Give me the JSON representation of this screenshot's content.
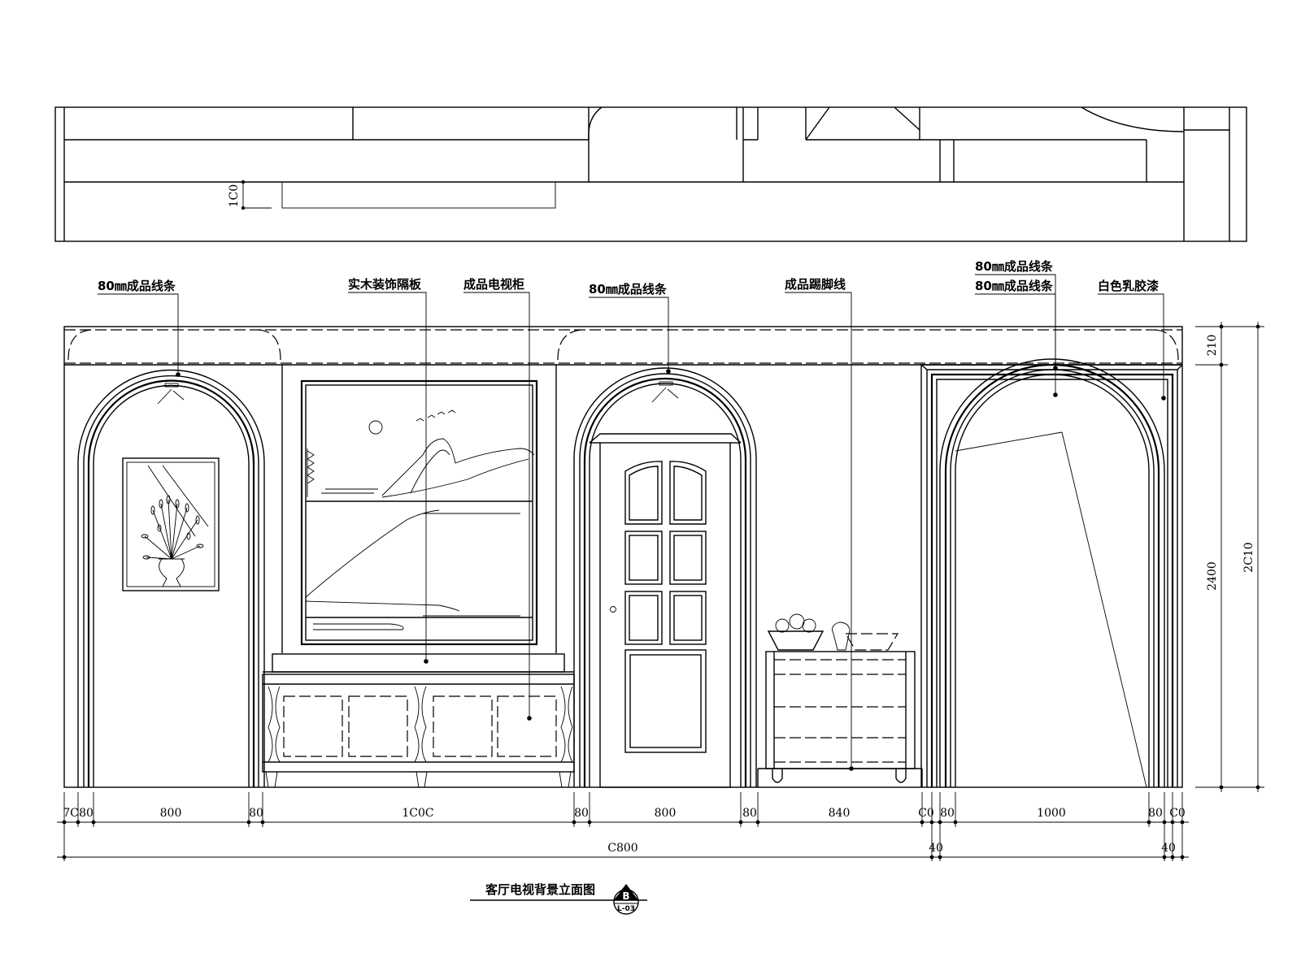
{
  "labels": {
    "molding_left": "80㎜成品线条",
    "shelf": "实木装饰隔板",
    "tv_cabinet": "成品电视柜",
    "molding_mid": "80㎜成品线条",
    "skirting": "成品踢脚线",
    "molding_right_1": "80㎜成品线条",
    "molding_right_2": "80㎜成品线条",
    "paint": "白色乳胶漆"
  },
  "dimensions": {
    "ceiling_height": "1C0",
    "segments": [
      "7C",
      "80",
      "800",
      "80",
      "1C0C",
      "80",
      "800",
      "80",
      "840",
      "C0",
      "80",
      "1000",
      "80",
      "C0"
    ],
    "total": "C800",
    "small_left": "40",
    "small_right": "40",
    "right_top": "210",
    "right_mid": "2400",
    "right_full": "2C10"
  },
  "title": {
    "text": "客厅电视背景立面图",
    "mark_letter": "B",
    "mark_sheet": "L-03"
  }
}
